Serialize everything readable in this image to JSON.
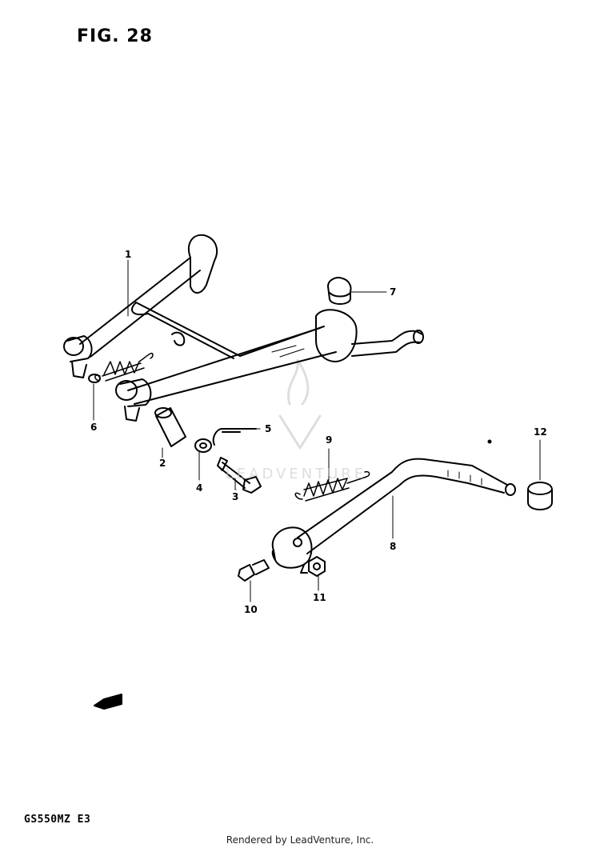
{
  "figure": {
    "title": "FIG. 28",
    "model": "GS550MZ  E3"
  },
  "credit": "Rendered by LeadVenture, Inc.",
  "watermark": "LEADVENTURE",
  "parts": [
    {
      "ref": "1"
    },
    {
      "ref": "2"
    },
    {
      "ref": "3"
    },
    {
      "ref": "4"
    },
    {
      "ref": "5"
    },
    {
      "ref": "6"
    },
    {
      "ref": "7"
    },
    {
      "ref": "8"
    },
    {
      "ref": "9"
    },
    {
      "ref": "10"
    },
    {
      "ref": "11"
    },
    {
      "ref": "12"
    }
  ],
  "colors": {
    "line": "#000000",
    "watermark": "#c8c8c8",
    "background": "#ffffff"
  }
}
